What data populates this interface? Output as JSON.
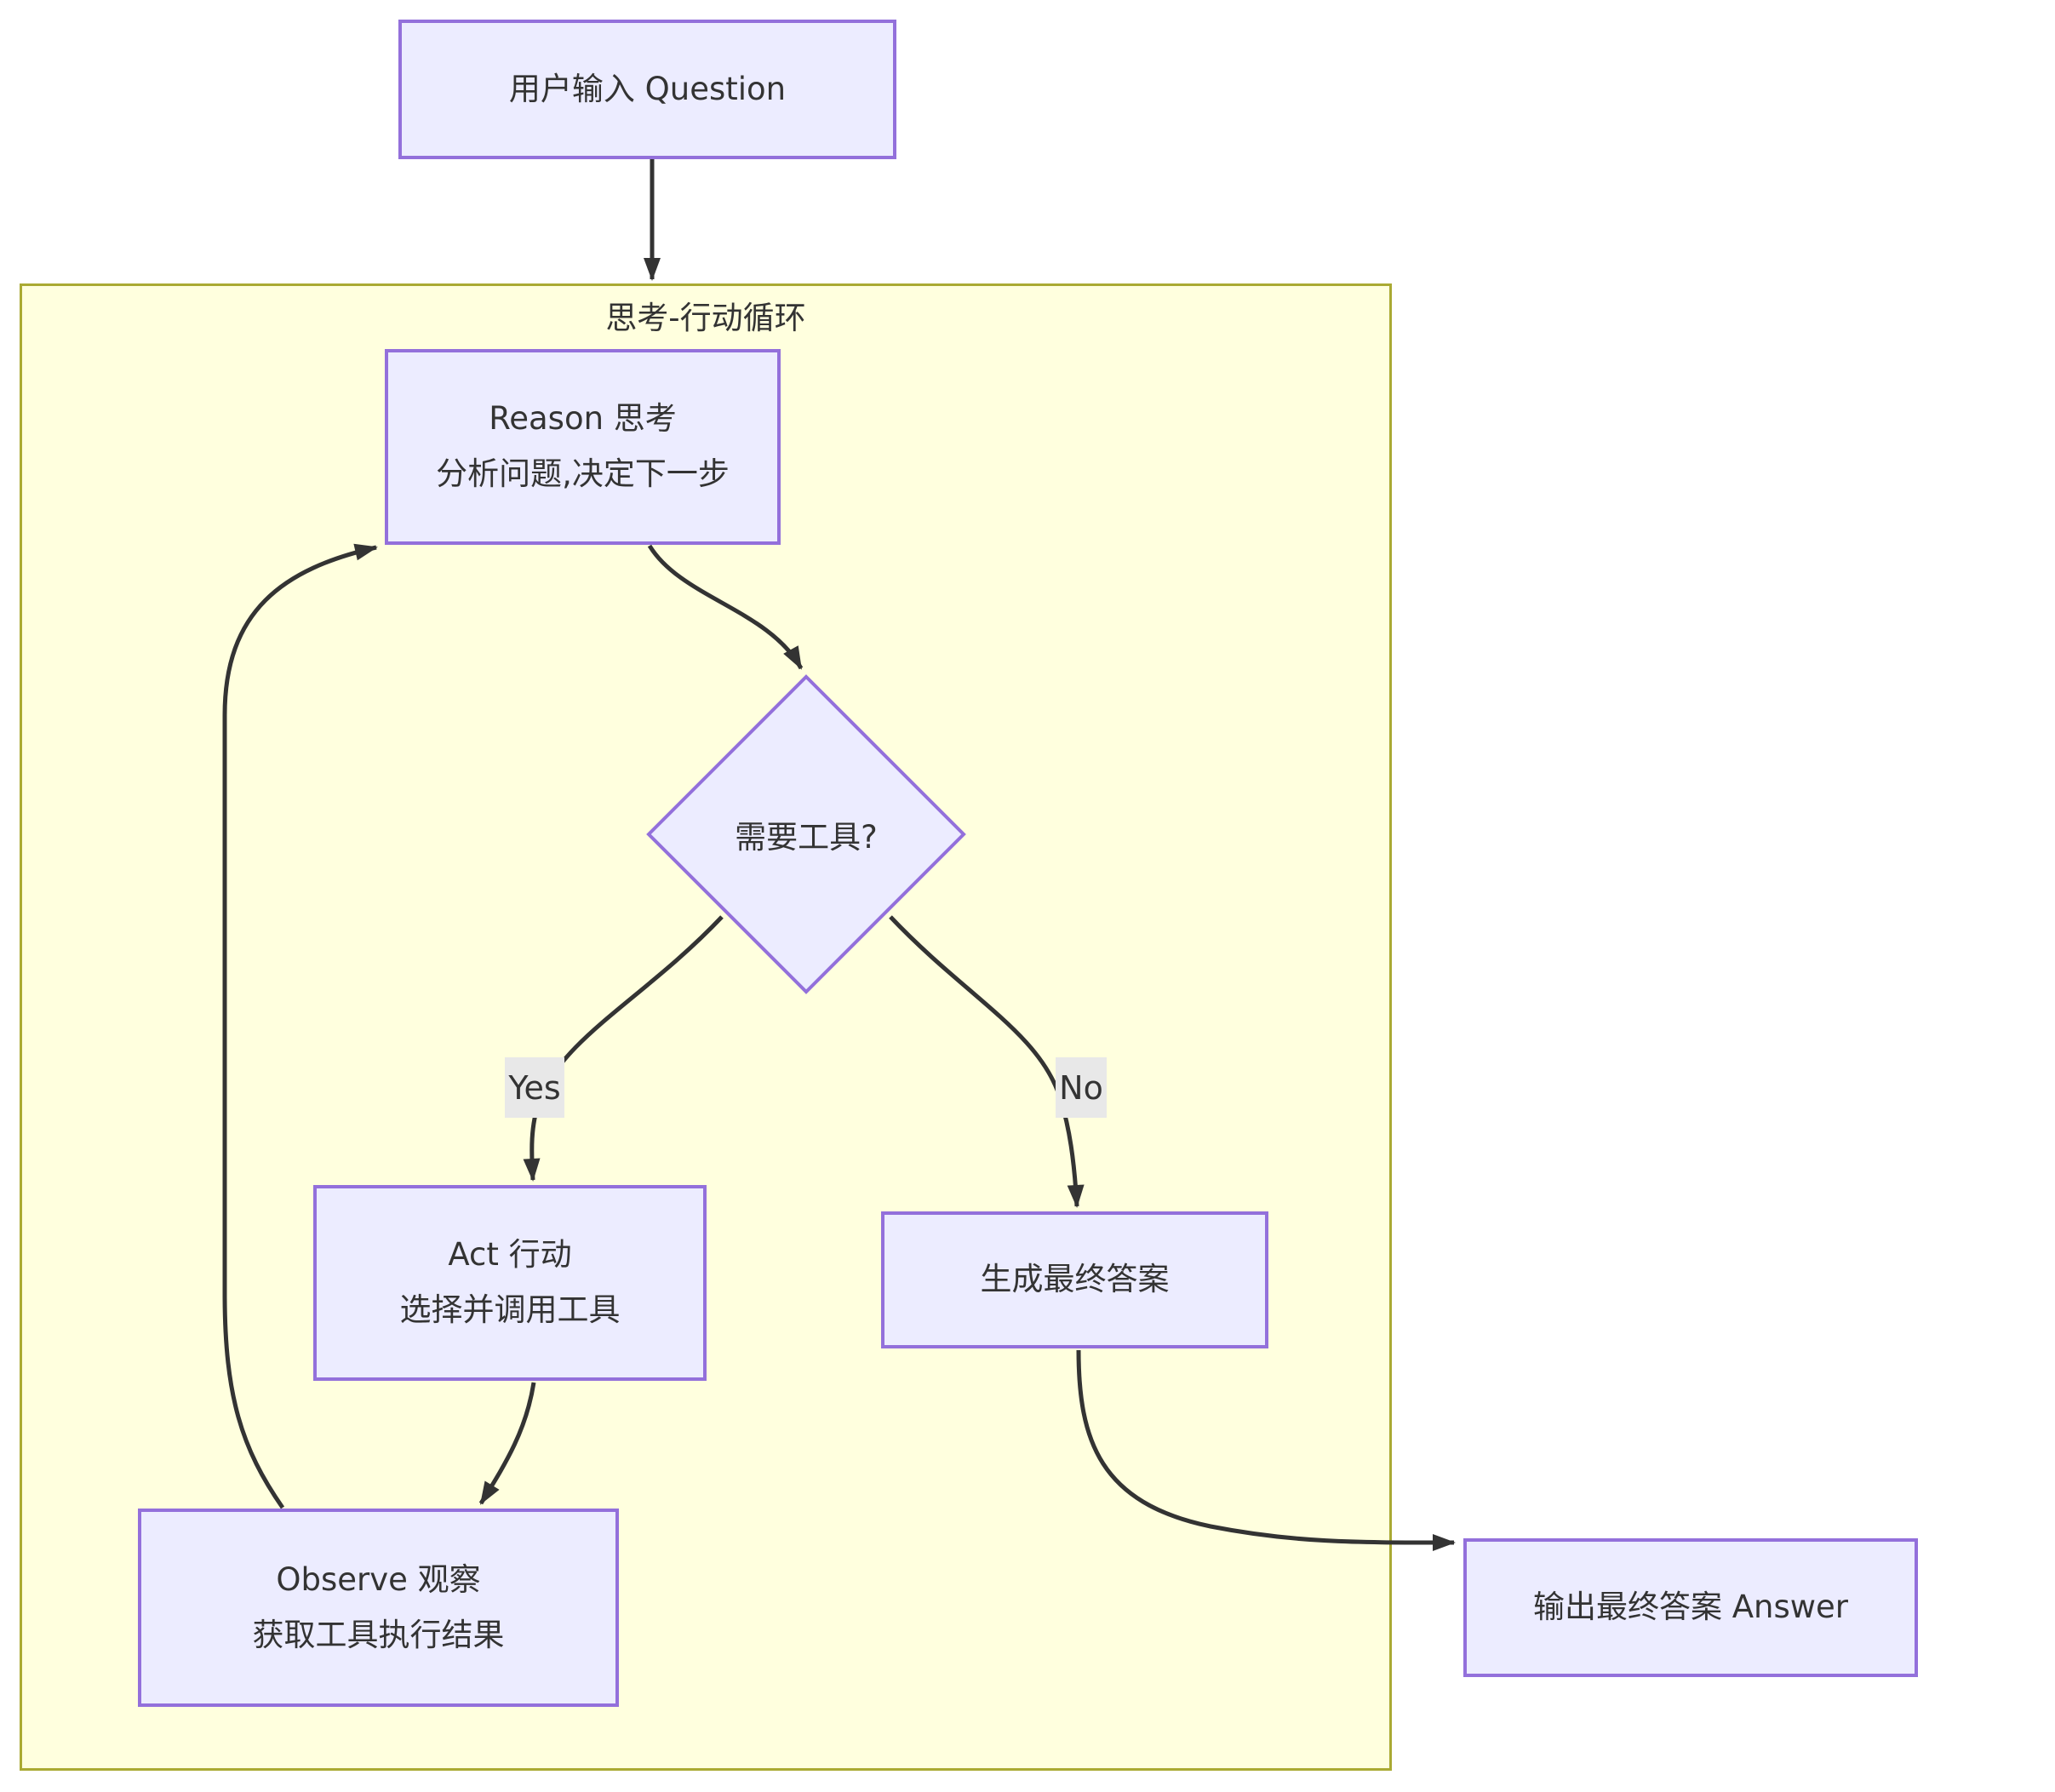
{
  "diagram": {
    "type": "flowchart",
    "subgraph": {
      "title": "思考-行动循环"
    },
    "nodes": {
      "question": {
        "label": "用户输入 Question"
      },
      "reason": {
        "line1": "Reason 思考",
        "line2": "分析问题,决定下一步"
      },
      "decision": {
        "label": "需要工具?"
      },
      "act": {
        "line1": "Act 行动",
        "line2": "选择并调用工具"
      },
      "generate": {
        "label": "生成最终答案"
      },
      "observe": {
        "line1": "Observe 观察",
        "line2": "获取工具执行结果"
      },
      "answer": {
        "label": "输出最终答案 Answer"
      }
    },
    "edge_labels": {
      "yes": "Yes",
      "no": "No"
    },
    "edges": [
      "question -> loop-cluster",
      "reason -> decision",
      "decision -Yes-> act",
      "decision -No-> generate",
      "act -> observe",
      "observe -> reason",
      "generate -> answer"
    ]
  },
  "colors": {
    "node-fill": "#ECECFF",
    "node-border": "#9370DB",
    "cluster-fill": "#FFFFDE",
    "cluster-border": "#AAAA33",
    "edge-color": "#333333",
    "edge-label-bg": "#E8E8E8",
    "text-color": "#333333"
  }
}
